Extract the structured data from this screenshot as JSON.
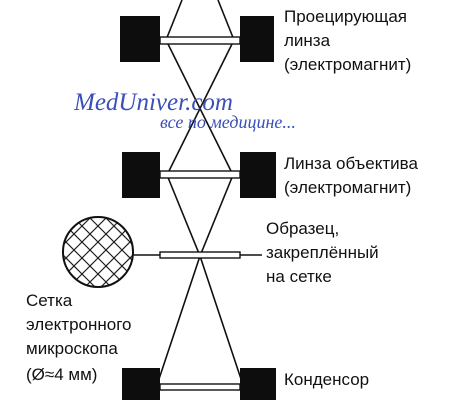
{
  "watermark": {
    "title": "MedUniver.com",
    "subtitle": "все по медицине...",
    "color": "#3b4fb8"
  },
  "labels": {
    "projector_lens": [
      "Проецирующая",
      "линза",
      "(электромагнит)"
    ],
    "objective_lens": [
      "Линза объектива",
      "(электромагнит)"
    ],
    "specimen": [
      "Образец,",
      "закреплённый",
      "на сетке"
    ],
    "grid": [
      "Сетка",
      "электронного",
      "микроскопа",
      "(Ø≈4 мм)"
    ],
    "condenser": [
      "Конденсор"
    ]
  },
  "colors": {
    "ink": "#111111",
    "magnet": "#0d0d0d"
  }
}
